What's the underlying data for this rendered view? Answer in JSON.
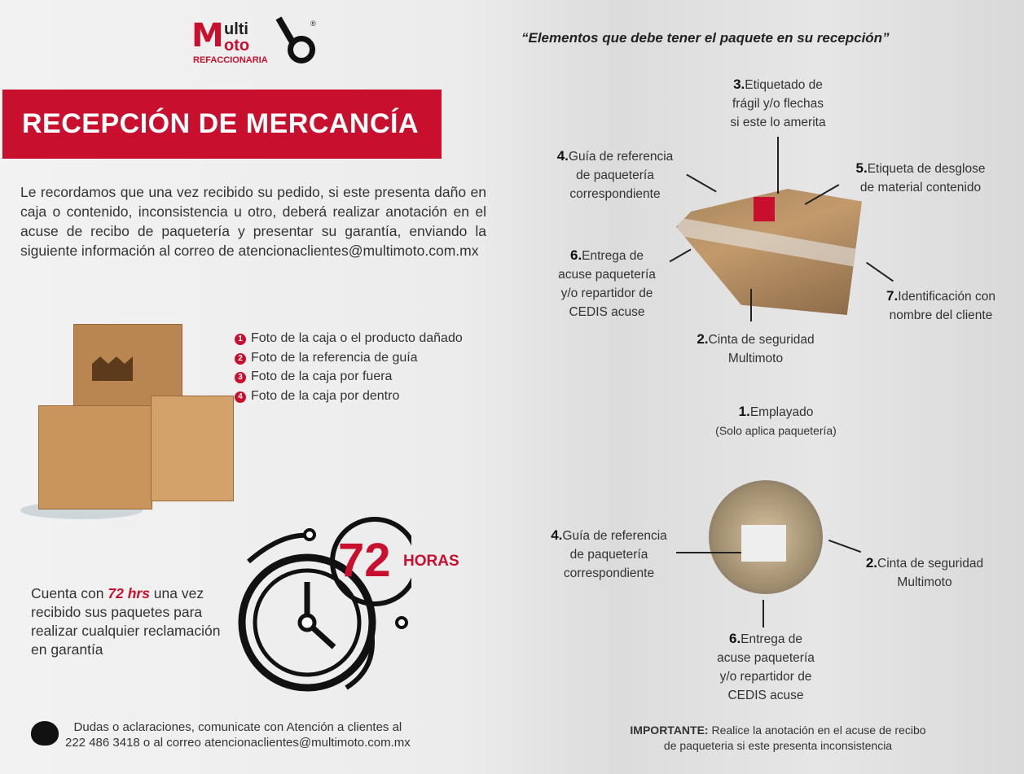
{
  "logo": {
    "line1": "Multi",
    "line2": "Moto",
    "sub": "REFACCIONARIA",
    "registered": "®"
  },
  "banner": {
    "title": "RECEPCIÓN DE MERCANCÍA"
  },
  "intro": "Le recordamos que una vez recibido su pedido, si este presenta daño en caja o contenido, inconsistencia u otro, deberá realizar anotación en el acuse de recibo de paquetería y presentar su garantía, enviando la siguiente información al correo de atencionaclientes@multimoto.com.mx",
  "requirements": [
    {
      "num": "1",
      "text": "Foto de la caja o el producto dañado"
    },
    {
      "num": "2",
      "text": "Foto de la referencia de guía"
    },
    {
      "num": "3",
      "text": "Foto de la caja por fuera"
    },
    {
      "num": "4",
      "text": "Foto de la caja por dentro"
    }
  ],
  "clock": {
    "number": "72",
    "unit": "HORAS"
  },
  "deadline": {
    "pre": "Cuenta con ",
    "highlight": "72 hrs",
    "post": " una vez recibido sus paquetes para realizar cualquier reclamación en garantía"
  },
  "footer": {
    "line1": "Dudas o aclaraciones, comunicate con Atención a clientes al",
    "line2": "222 486 3418 o al correo atencionaclientes@multimoto.com.mx"
  },
  "right_title": "“Elementos que debe tener el paquete en su recepción”",
  "box_labels": {
    "l3": {
      "num": "3.",
      "text1": "Etiquetado de",
      "text2": "frágil y/o flechas",
      "text3": "si este lo amerita"
    },
    "l4": {
      "num": "4.",
      "text1": "Guía de referencia",
      "text2": "de paquetería",
      "text3": "correspondiente"
    },
    "l5": {
      "num": "5.",
      "text1": "Etiqueta de desglose",
      "text2": "de material contenido"
    },
    "l6": {
      "num": "6.",
      "text1": "Entrega de",
      "text2": "acuse  paquetería",
      "text3": "y/o repartidor de",
      "text4": "CEDIS acuse"
    },
    "l7": {
      "num": "7.",
      "text1": "Identificación  con",
      "text2": "nombre del cliente"
    },
    "l2": {
      "num": "2.",
      "text1": "Cinta de seguridad",
      "text2": "Multimoto"
    },
    "l1": {
      "num": "1.",
      "text1": "Emplayado",
      "text2": "(Solo aplica paquetería)"
    }
  },
  "round_labels": {
    "l4": {
      "num": "4.",
      "text1": "Guía de referencia",
      "text2": "de paquetería",
      "text3": "correspondiente"
    },
    "l2": {
      "num": "2.",
      "text1": "Cinta de seguridad",
      "text2": "Multimoto"
    },
    "l6": {
      "num": "6.",
      "text1": "Entrega de",
      "text2": "acuse  paquetería",
      "text3": "y/o repartidor de",
      "text4": "CEDIS acuse"
    }
  },
  "important": {
    "label": "IMPORTANTE:",
    "text": " Realice la anotación en el acuse de recibo",
    "line2": "de paqueteria si este presenta inconsistencia"
  }
}
